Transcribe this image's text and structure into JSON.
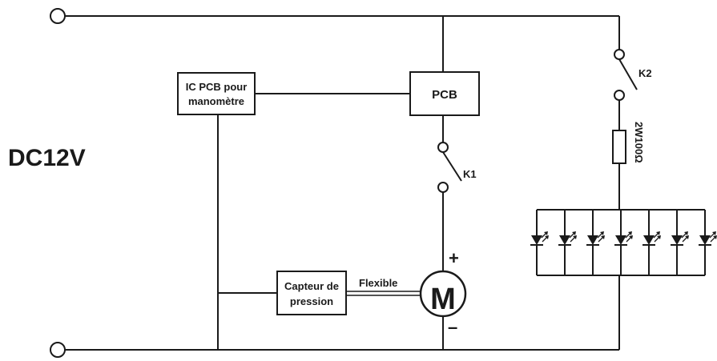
{
  "supply": {
    "label": "DC12V"
  },
  "blocks": {
    "ic_pcb": {
      "line1": "IC PCB pour",
      "line2": "manomètre"
    },
    "pcb": {
      "label": "PCB"
    },
    "sensor": {
      "line1": "Capteur de",
      "line2": "pression"
    },
    "motor": {
      "label": "M",
      "plus": "+",
      "minus": "–"
    }
  },
  "switches": {
    "k1": "K1",
    "k2": "K2"
  },
  "resistor": {
    "label": "2W100Ω"
  },
  "hose": {
    "label": "Flexible"
  },
  "leds": {
    "count": 7
  },
  "colors": {
    "line": "#1a1a1a",
    "background": "#ffffff"
  }
}
